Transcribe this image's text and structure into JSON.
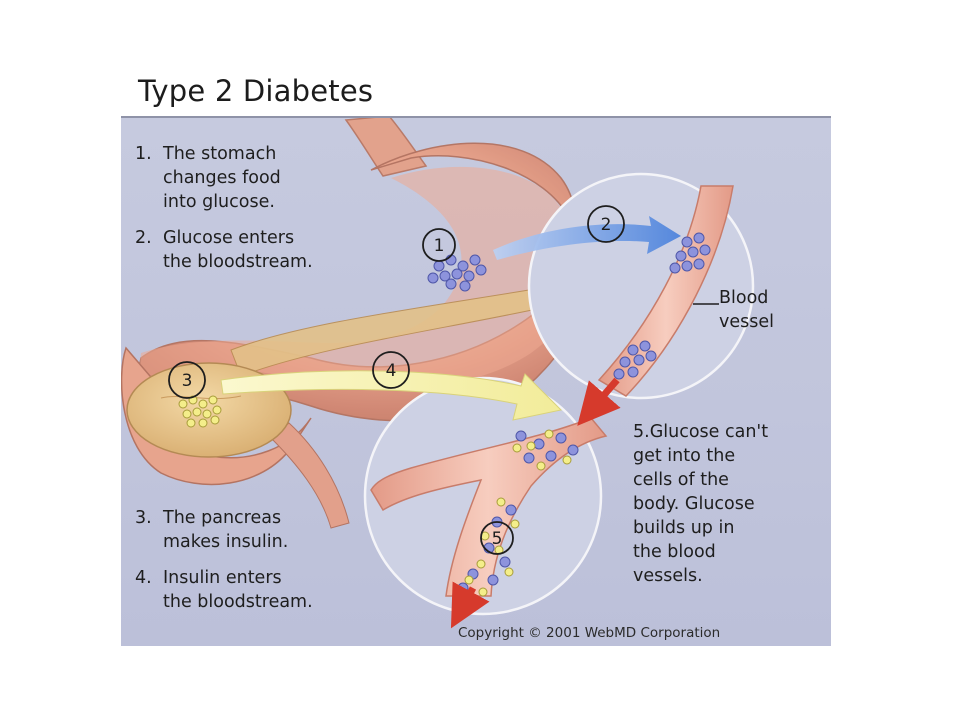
{
  "title": "Type 2 Diabetes",
  "steps_top": [
    {
      "num": "1.",
      "text": "The stomach\nchanges food\ninto glucose."
    },
    {
      "num": "2.",
      "text": "Glucose enters\nthe bloodstream."
    }
  ],
  "steps_bottom": [
    {
      "num": "3.",
      "text": "The pancreas\nmakes insulin."
    },
    {
      "num": "4.",
      "text": "Insulin enters\nthe bloodstream."
    }
  ],
  "step5": "5.Glucose can't\n  get into the\n  cells of the\n  body. Glucose\n  builds up in\n  the blood\n  vessels.",
  "blood_vessel_label": "Blood\nvessel",
  "markers": [
    "1",
    "2",
    "3",
    "4",
    "5"
  ],
  "copyright": "Copyright © 2001 WebMD Corporation",
  "colors": {
    "panel_background": "#c3c7dd",
    "stomach": "#e8a48c",
    "pancreas": "#e7c48b",
    "vessel": "#f0b9a8",
    "glucose": "#7f86d6",
    "insulin": "#f4ee8a",
    "blue_arrow": "#5b8ee0",
    "red_arrow": "#d63a2c"
  }
}
